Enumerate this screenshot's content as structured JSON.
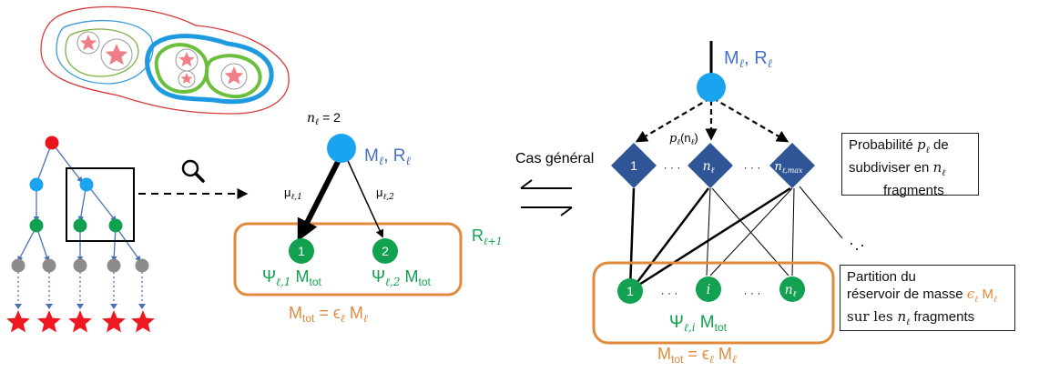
{
  "labels": {
    "n_eq": "n",
    "n_eq_sub": "ℓ",
    "n_eq_rest": " = 2",
    "M_R_center": "M",
    "M_R_center_sub": "ℓ",
    "M_R_center_rest": ", R",
    "mu1": "μ",
    "mu1_sub": "ℓ,1",
    "mu2": "μ",
    "mu2_sub": "ℓ,2",
    "node1": "1",
    "node2": "2",
    "psi1": "Ψ",
    "psi1_sub": "ℓ,1",
    "psi1_rest": " M",
    "psi1_tot": "tot",
    "psi2": "Ψ",
    "psi2_sub": "ℓ,2",
    "psi2_rest": " M",
    "psi2_tot": "tot",
    "R_next": "R",
    "R_next_sub": "ℓ+1",
    "mtot_center": "M",
    "mtot_center_tot": "tot",
    "mtot_center_rest": " = ϵ",
    "mtot_center_sub": "ℓ",
    "mtot_center_M": " M",
    "cas_general": "Cas général",
    "M_R_right": "M",
    "M_R_right_sub": "ℓ",
    "M_R_right_rest": ", R",
    "p_label": "p",
    "p_label_sub": "ℓ",
    "p_label_rest": "(n",
    "p_label_sub2": "ℓ",
    "p_label_close": ")",
    "diamond1": "1",
    "diamond2": "n",
    "diamond2_sub": "ℓ",
    "diamond3": "n",
    "diamond3_sub": "ℓ,max",
    "dots": "· · ·",
    "rnode1": "1",
    "rnode_i": "i",
    "rnode_n": "n",
    "rnode_n_sub": "ℓ",
    "psi_i": "Ψ",
    "psi_i_sub": "ℓ,i",
    "psi_i_rest": " M",
    "psi_i_tot": "tot",
    "mtot_right": "M",
    "mtot_right_tot": "tot",
    "mtot_right_rest": " = ϵ",
    "mtot_right_sub": "ℓ",
    "mtot_right_M": " M"
  },
  "note_prob": {
    "line1a": "Probabilité ",
    "line1b": "p",
    "line1c": "ℓ",
    "line1d": " de",
    "line2a": "subdiviser en ",
    "line2b": "n",
    "line2c": "ℓ",
    "line3": "fragments"
  },
  "note_partition": {
    "line1": "Partition du",
    "line2a": "réservoir de masse ",
    "line2b": "ϵ",
    "line2c": "ℓ",
    "line2d": " M",
    "line2e": "ℓ",
    "line3a": "sur les ",
    "line3b": "n",
    "line3c": "ℓ",
    "line3d": " fragments"
  },
  "colors": {
    "blue_node": "#1aa3ef",
    "green_node": "#11a150",
    "gray_node": "#8c8c8c",
    "red_node": "#e8141c",
    "star": "#f01820",
    "orange_box": "#e28a3c",
    "blue_text": "#4472c4",
    "green_text": "#11a150",
    "orange_text": "#e28a3c",
    "diamond": "#2f5597",
    "tree_line": "#4a6fb5"
  },
  "icons": [
    "magnifier-icon",
    "exchange-arrows-icon",
    "star-icon"
  ]
}
